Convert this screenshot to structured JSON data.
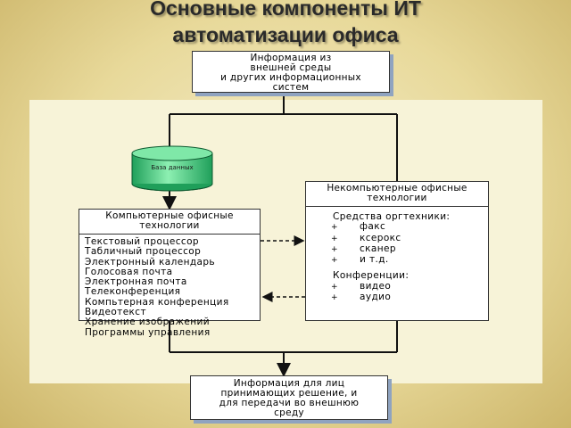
{
  "title": {
    "line1": "Основные компоненты ИТ",
    "line2": "автоматизации офиса"
  },
  "diagram": {
    "top_box": [
      "Информация из",
      "внешней среды",
      "и других информационных",
      "систем"
    ],
    "database": "База данных",
    "computer_box": {
      "title": [
        "Компьютерные офисные",
        "технологии"
      ],
      "items": [
        "Текстовый процессор",
        "Табличный процессор",
        "Электронный календарь",
        "Голосовая почта",
        "Электронная почта",
        "Телеконференция",
        "Компьтерная конференция",
        "Видеотекст",
        "Хранение изображений",
        "Программы управления"
      ]
    },
    "noncomputer_box": {
      "title": [
        "Некомпьютерные офисные",
        "технологии"
      ],
      "section1": "Средства оргтехники:",
      "section1_items": [
        "факс",
        "ксерокс",
        "сканер",
        "и т.д."
      ],
      "section2": "Конференции:",
      "section2_items": [
        "видео",
        "аудио"
      ],
      "bullet": "+"
    },
    "bottom_box": [
      "Информация для лиц",
      "принимающих решение, и",
      "для передачи во внешнюю",
      "среду"
    ]
  }
}
